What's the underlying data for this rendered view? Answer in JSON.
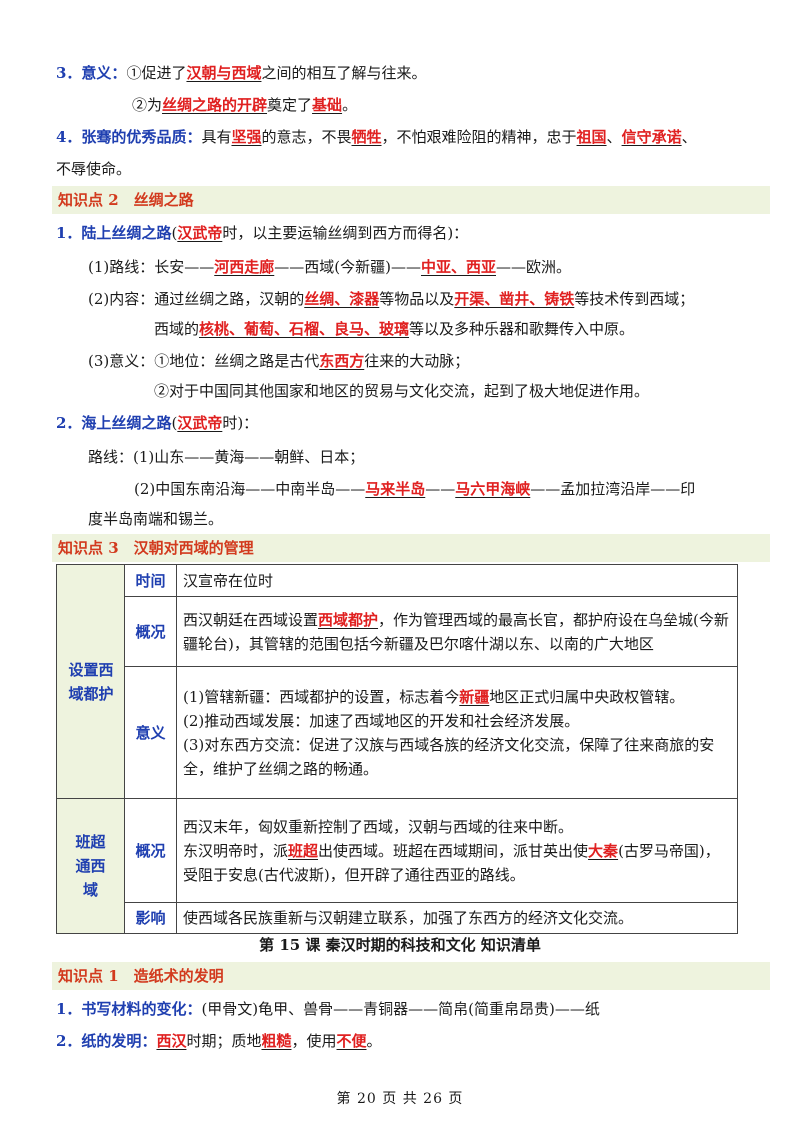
{
  "s1": {
    "l1_a": "3．意义：",
    "l1_b": "①促进了",
    "l1_r1": "汉朝与西域",
    "l1_c": "之间的相互了解与往来。",
    "l2_a": "②为",
    "l2_r1": "丝绸之路的开辟",
    "l2_b": "奠定了",
    "l2_r2": "基础",
    "l2_c": "。",
    "l3_a": "4．张骞的优秀品质：",
    "l3_b": "具有",
    "l3_r1": "坚强",
    "l3_c": "的意志，不畏",
    "l3_r2": "牺牲",
    "l3_d": "，不怕艰难险阻的精神，忠于",
    "l3_r3": "祖国",
    "l3_e": "、",
    "l3_r4": "信守承诺",
    "l3_f": "、",
    "l4": "不辱使命。"
  },
  "k2": {
    "header": "知识点 2　丝绸之路",
    "a1_blue": "1．陆上丝绸之路",
    "a1_b": "(",
    "a1_r": "汉武帝",
    "a1_c": "时，以主要运输丝绸到西方而得名)：",
    "r1_a": "(1)路线：长安——",
    "r1_r1": "河西走廊",
    "r1_b": "——西域(今新疆)——",
    "r1_r2": "中亚、西亚",
    "r1_c": "——欧洲。",
    "r2_a": "(2)内容：通过丝绸之路，汉朝的",
    "r2_r1": "丝绸、漆器",
    "r2_b": "等物品以及",
    "r2_r2": "开渠、凿井、铸铁",
    "r2_c": "等技术传到西域；",
    "r3_a": "西域的",
    "r3_r1": "核桃、葡萄、石榴、良马、玻璃",
    "r3_b": "等以及多种乐器和歌舞传入中原。",
    "r4_a": "(3)意义：①地位：丝绸之路是古代",
    "r4_r1": "东西方",
    "r4_b": "往来的大动脉；",
    "r5": "②对于中国同其他国家和地区的贸易与文化交流，起到了极大地促进作用。",
    "b1_blue": "2．海上丝绸之路",
    "b1_b": "(",
    "b1_r": "汉武帝",
    "b1_c": "时)：",
    "b2": "路线：(1)山东——黄海——朝鲜、日本；",
    "b3_a": "(2)中国东南沿海——中南半岛——",
    "b3_r1": "马来半岛",
    "b3_b": "——",
    "b3_r2": "马六甲海峡",
    "b3_c": "——孟加拉湾沿岸——印",
    "b4": "度半岛南端和锡兰。"
  },
  "k3": {
    "header": "知识点 3　汉朝对西域的管理",
    "cat1": "设置西域都护",
    "row_time_label": "时间",
    "row_time_text": "汉宣帝在位时",
    "row_gk_label": "概况",
    "row_gk_a": "西汉朝廷在西域设置",
    "row_gk_r": "西域都护",
    "row_gk_b": "，作为管理西域的最高长官，都护府设在乌垒城(今新疆轮台)，其管辖的范围包括今新疆及巴尔喀什湖以东、以南的广大地区",
    "row_yy_label": "意义",
    "row_yy_1a": "(1)管辖新疆：西域都护的设置，标志着今",
    "row_yy_1r": "新疆",
    "row_yy_1b": "地区正式归属中央政权管辖。",
    "row_yy_2": "(2)推动西域发展：加速了西域地区的开发和社会经济发展。",
    "row_yy_3": "(3)对东西方交流：促进了汉族与西域各族的经济文化交流，保障了往来商旅的安全，维护了丝绸之路的畅通。",
    "cat2": "班超通西域",
    "row_bc_label": "概况",
    "row_bc_1": "西汉末年，匈奴重新控制了西域，汉朝与西域的往来中断。",
    "row_bc_2a": "东汉明帝时，派",
    "row_bc_2r1": "班超",
    "row_bc_2b": "出使西域。班超在西域期间，派甘英出使",
    "row_bc_2r2": "大秦",
    "row_bc_2c": "(古罗马帝国)，受阻于安息(古代波斯)，但开辟了通往西亚的路线。",
    "row_yx_label": "影响",
    "row_yx_text": "使西域各民族重新与汉朝建立联系，加强了东西方的经济文化交流。"
  },
  "lesson15": {
    "title": "第 15 课  秦汉时期的科技和文化  知识清单",
    "header": "知识点 1　造纸术的发明",
    "c1_blue": "1．书写材料的变化：",
    "c1_b": "(甲骨文)龟甲、兽骨——青铜器——简帛(简重帛昂贵)——纸",
    "c2_blue": "2．纸的发明：",
    "c2_r1": "西汉",
    "c2_a": "时期；质地",
    "c2_r2": "粗糙",
    "c2_b": "，使用",
    "c2_r3": "不便",
    "c2_c": "。"
  },
  "footer": "第 20 页 共 26 页"
}
